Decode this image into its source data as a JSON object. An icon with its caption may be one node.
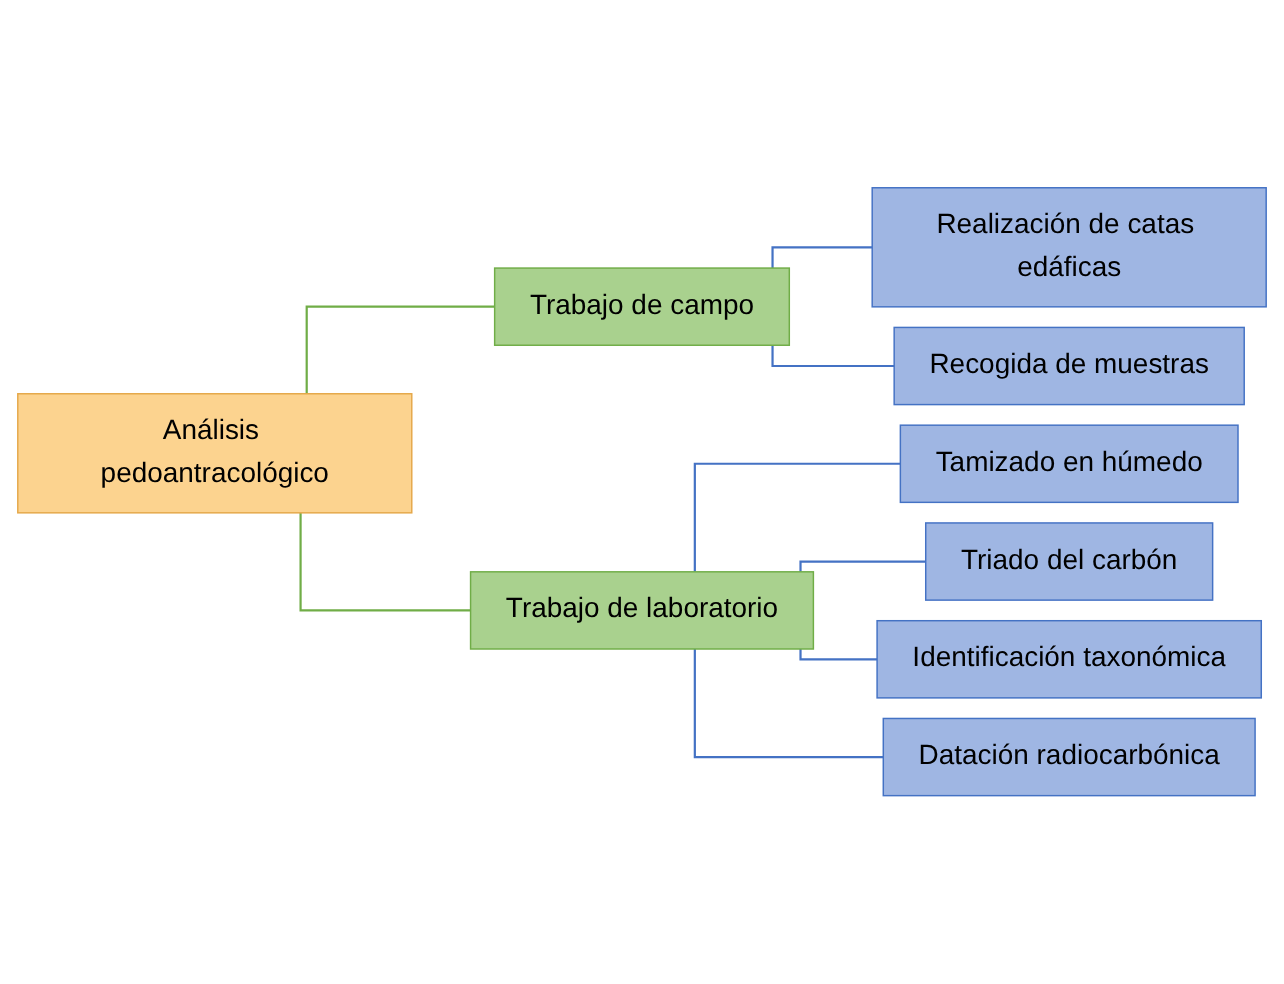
{
  "diagram": {
    "nodes": [
      {
        "text": [
          "Análisis pedoantracológico"
        ]
      },
      {
        "text": [
          "Trabajo de campo"
        ]
      },
      {
        "text": [
          "Trabajo de laboratorio"
        ]
      },
      {
        "text": [
          "Realización de catas edáficas"
        ]
      },
      {
        "text": [
          "Recogida de muestras"
        ]
      },
      {
        "text": [
          "Tamizado en húmedo"
        ]
      },
      {
        "text": [
          "Triado del carbón"
        ]
      },
      {
        "text": [
          "Identificación taxonómica"
        ]
      },
      {
        "text": [
          "Datación radiocarbónica"
        ]
      }
    ],
    "edges": [
      {
        "from": 0,
        "to": 1,
        "arrow": "none",
        "color": "#70ad47"
      },
      {
        "from": 0,
        "to": 2,
        "arrow": "none",
        "color": "#70ad47"
      },
      {
        "from": 1,
        "to": 3,
        "arrow": "none"
      },
      {
        "from": 1,
        "to": 4,
        "arrow": "none"
      },
      {
        "from": 2,
        "to": 5,
        "arrow": "none"
      },
      {
        "from": 2,
        "to": 6,
        "arrow": "none"
      },
      {
        "from": 2,
        "to": 7,
        "arrow": "none"
      },
      {
        "from": 2,
        "to": 8,
        "arrow": "none"
      }
    ]
  }
}
